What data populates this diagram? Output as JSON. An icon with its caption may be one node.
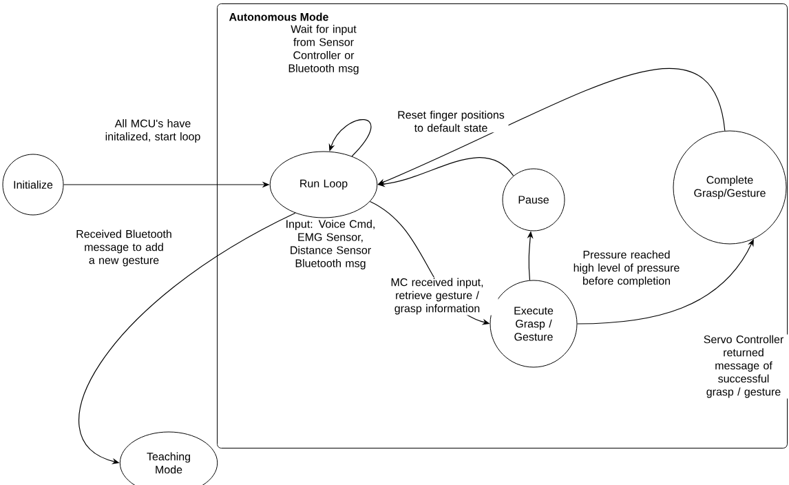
{
  "diagram": {
    "nodes": [
      {
        "text": [
          "Autonomous Mode"
        ]
      },
      {
        "text": [
          "Initialize"
        ]
      },
      {
        "text": [
          "Run Loop"
        ],
        "in": 0,
        "beside": [
          "Input: Voice Cmd, EMG Sensor, Distance Sensor Bluetooth msg"
        ]
      },
      {
        "text": [
          "Pause"
        ],
        "in": 0
      },
      {
        "text": [
          "Complete Grasp/Gesture"
        ],
        "in": 0
      },
      {
        "text": [
          "Execute Grasp / Gesture"
        ],
        "in": 0
      },
      {
        "text": [
          "Teaching Mode"
        ]
      }
    ],
    "edges": [
      {
        "from": 1,
        "to": 2,
        "arrow": "to",
        "label": "All MCU's have initalized, start loop"
      },
      {
        "from": 2,
        "to": 2,
        "arrow": "to",
        "label": "Wait for input from Sensor Controller or Bluetooth msg"
      },
      {
        "from": 2,
        "to": 5,
        "arrow": "to",
        "label": "MC received input, retrieve gesture / grasp information"
      },
      {
        "from": 2,
        "to": 6,
        "arrow": "to",
        "label": "Received Bluetooth message to add a new gesture"
      },
      {
        "from": 5,
        "to": 3,
        "arrow": "to",
        "label": "Pressure reached high level of pressure before completion"
      },
      {
        "from": 5,
        "to": 4,
        "arrow": "to",
        "label": "Servo Controller returned message of successful grasp / gesture"
      },
      {
        "from": 3,
        "to": 2,
        "arrow": "to"
      },
      {
        "from": 4,
        "to": 2,
        "arrow": "to",
        "label": "Reset finger positions to default state"
      }
    ]
  }
}
